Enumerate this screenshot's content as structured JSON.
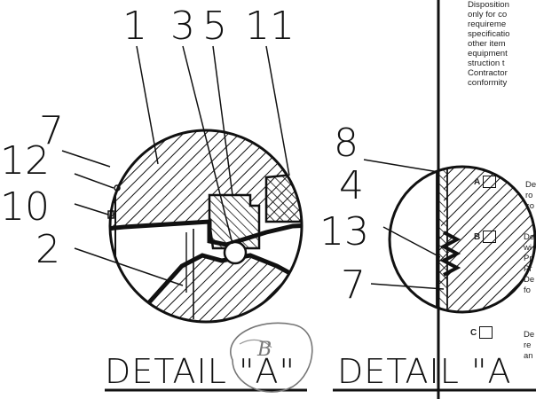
{
  "callouts_a": [
    "1",
    "3",
    "5",
    "11",
    "7",
    "12",
    "10",
    "2"
  ],
  "callouts_b": [
    "8",
    "4",
    "13",
    "7"
  ],
  "title_left": "DETAIL \"A\"",
  "title_right": "DETAIL \"A",
  "handwritten_mark": "B",
  "note_lines": [
    "Disposition",
    "only for co",
    "requireme",
    "specificatio",
    "other item",
    "equipment",
    "struction t",
    "Contractor",
    "conformity"
  ],
  "options": [
    {
      "letter": "A",
      "text_lines": [
        "De",
        "ro",
        "co"
      ]
    },
    {
      "letter": "B",
      "text_lines": [
        "De",
        "wi",
        "Pr",
        "Pr",
        "De",
        "fo"
      ]
    },
    {
      "letter": "C",
      "text_lines": [
        "De",
        "re",
        "an"
      ]
    }
  ],
  "colors": {
    "ink": "#111111",
    "paper": "#ffffff"
  }
}
